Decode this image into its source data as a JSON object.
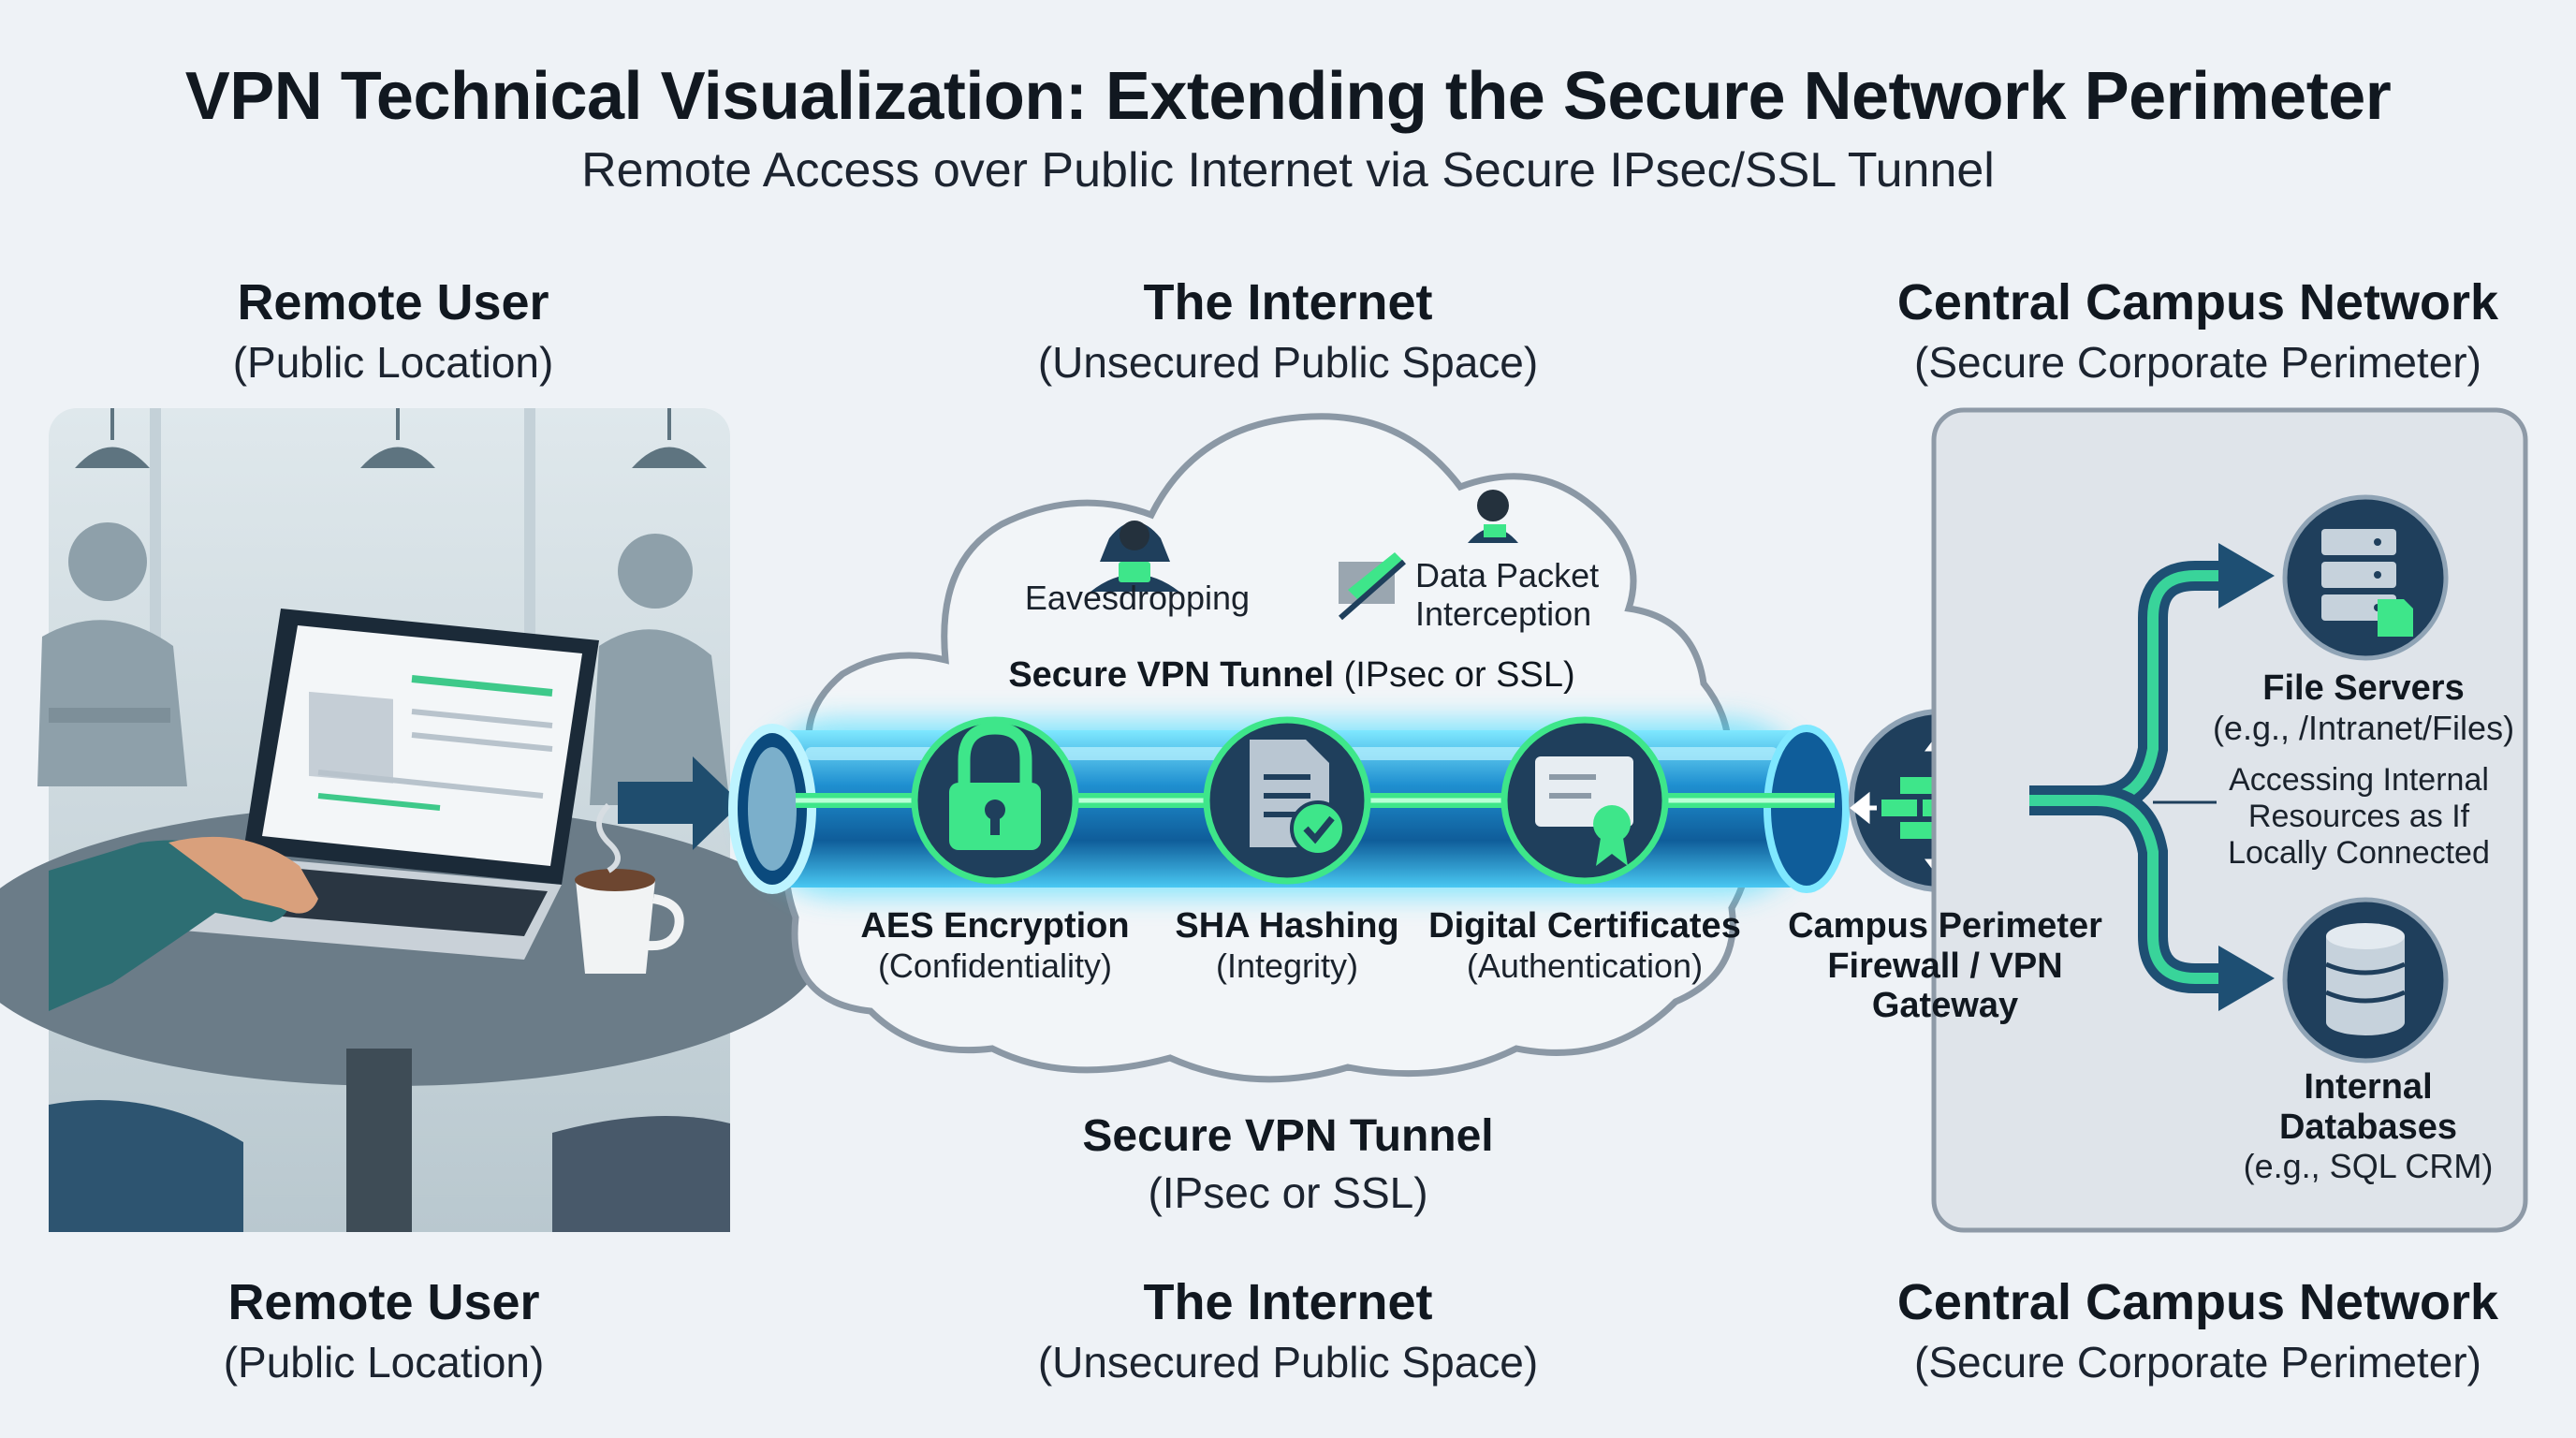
{
  "title": "VPN Technical Visualization: Extending the Secure Network Perimeter",
  "subtitle": "Remote Access over Public Internet via Secure IPsec/SSL Tunnel",
  "columns": {
    "remote": {
      "title": "Remote User",
      "subtitle": "(Public Location)"
    },
    "internet": {
      "title": "The Internet",
      "subtitle": "(Unsecured Public Space)"
    },
    "campus": {
      "title": "Central Campus Network",
      "subtitle": "(Secure Corporate Perimeter)"
    }
  },
  "threats": {
    "eavesdropping": "Eavesdropping",
    "interception_line1": "Data Packet",
    "interception_line2": "Interception"
  },
  "tunnel": {
    "label_bold": "Secure VPN Tunnel",
    "label_normal": " (IPsec or SSL)",
    "below_title": "Secure VPN Tunnel",
    "below_sub": "(IPsec or SSL)"
  },
  "security": [
    {
      "name": "AES Encryption",
      "desc": "(Confidentiality)"
    },
    {
      "name": "SHA Hashing",
      "desc": "(Integrity)"
    },
    {
      "name": "Digital Certificates",
      "desc": "(Authentication)"
    }
  ],
  "gateway": {
    "line1": "Campus Perimeter",
    "line2": "Firewall / VPN",
    "line3": "Gateway"
  },
  "resources": {
    "file_servers": {
      "name": "File Servers",
      "desc": "(e.g., /Intranet/Files)"
    },
    "access_note": [
      "Accessing Internal",
      "Resources as If",
      "Locally Connected"
    ],
    "databases": {
      "name_line1": "Internal",
      "name_line2": "Databases",
      "desc": "(e.g., SQL CRM)"
    }
  },
  "colors": {
    "tunnel_glow": "#33d9ff",
    "accent_green": "#3ee68a",
    "icon_navy": "#1f3f5c",
    "panel_bg": "#dfe4ea"
  }
}
